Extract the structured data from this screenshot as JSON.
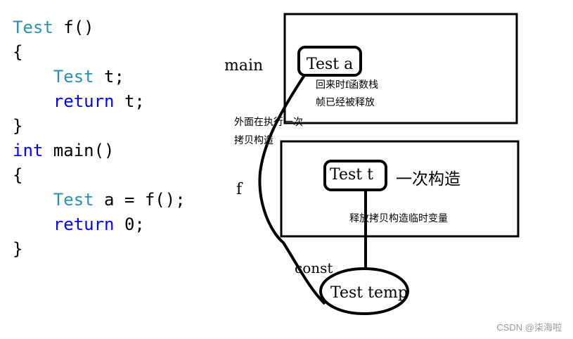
{
  "colors": {
    "code_type": "#2b91af",
    "code_keyword": "#0000ff",
    "code_text": "#000000",
    "stroke": "#000000",
    "watermark": "#9a9a9a"
  },
  "code": {
    "lines": [
      [
        {
          "t": "Test",
          "k": "type"
        },
        {
          "t": " f()",
          "k": "text"
        }
      ],
      [
        {
          "t": "{",
          "k": "text"
        }
      ],
      [
        {
          "t": "    ",
          "k": "text"
        },
        {
          "t": "Test",
          "k": "type"
        },
        {
          "t": " t;",
          "k": "text"
        }
      ],
      [
        {
          "t": "    ",
          "k": "text"
        },
        {
          "t": "return",
          "k": "keyword"
        },
        {
          "t": " t;",
          "k": "text"
        }
      ],
      [
        {
          "t": "}",
          "k": "text"
        }
      ],
      [
        {
          "t": "int",
          "k": "keyword"
        },
        {
          "t": " main()",
          "k": "text"
        }
      ],
      [
        {
          "t": "{",
          "k": "text"
        }
      ],
      [
        {
          "t": "    ",
          "k": "text"
        },
        {
          "t": "Test",
          "k": "type"
        },
        {
          "t": " a = f();",
          "k": "text"
        }
      ],
      [
        {
          "t": "    ",
          "k": "text"
        },
        {
          "t": "return",
          "k": "keyword"
        },
        {
          "t": " 0;",
          "k": "text"
        }
      ],
      [
        {
          "t": "}",
          "k": "text"
        }
      ]
    ]
  },
  "diagram": {
    "main_label": "main",
    "f_label": "f",
    "test_a": "Test a",
    "test_t": "Test t",
    "test_temp": "Test temp",
    "const_label": "const",
    "main_note": [
      "回来时f函数栈",
      "帧已经被释放"
    ],
    "copy_note": [
      "外面在执行一次",
      "拷贝构造"
    ],
    "once_construct": "一次构造",
    "release_note": "释放拷贝构造临时变量"
  },
  "watermark": "CSDN @柒海啦"
}
